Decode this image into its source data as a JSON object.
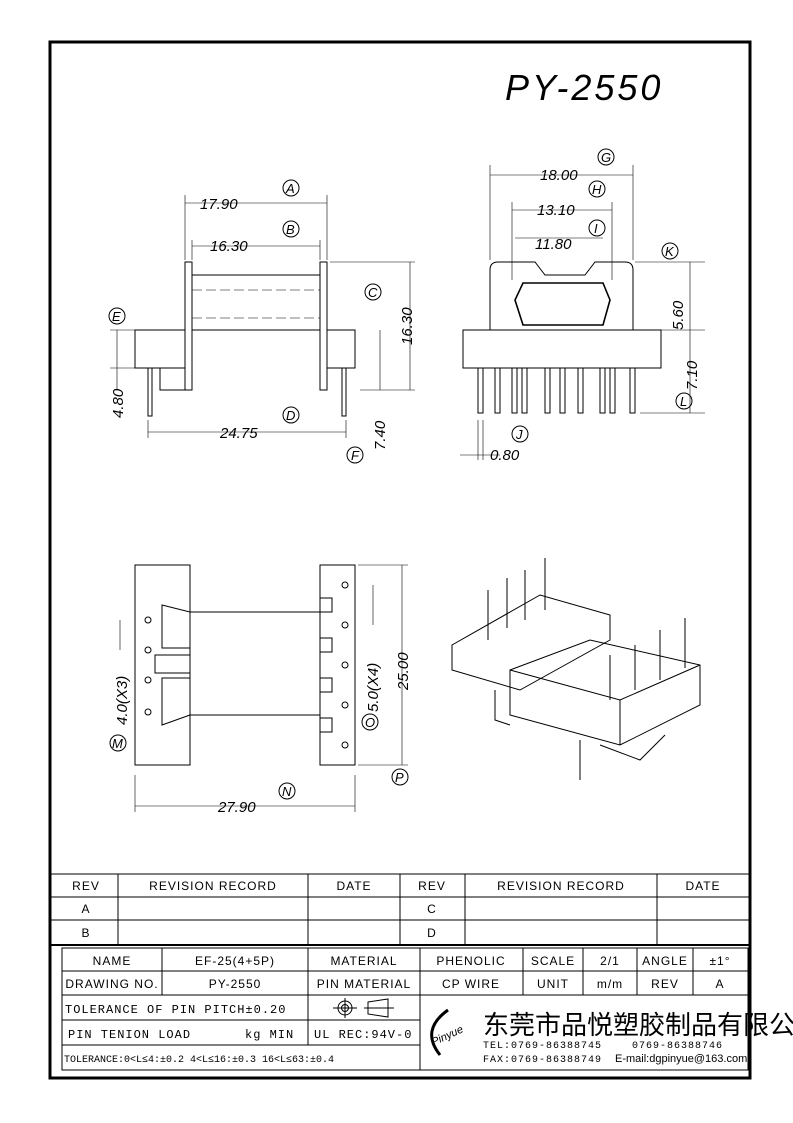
{
  "title": "PY-2550",
  "dimensions": {
    "a": "17.90",
    "b": "16.30",
    "c_h": "16.30",
    "d": "24.75",
    "e": "4.80",
    "f": "7.40",
    "g": "18.00",
    "h": "13.10",
    "i": "11.80",
    "j": "0.80",
    "k": "5.60",
    "l": "7.10",
    "m": "4.0(X3)",
    "n": "27.90",
    "o": "5.0(X4)",
    "p": "25.00"
  },
  "callouts": [
    "A",
    "B",
    "C",
    "D",
    "E",
    "F",
    "G",
    "H",
    "I",
    "J",
    "K",
    "L",
    "M",
    "N",
    "O",
    "P"
  ],
  "revision_table": {
    "headers": [
      "REV",
      "REVISION RECORD",
      "DATE",
      "REV",
      "REVISION RECORD",
      "DATE"
    ],
    "rows": [
      [
        "A",
        "",
        "",
        "C",
        "",
        ""
      ],
      [
        "B",
        "",
        "",
        "D",
        "",
        ""
      ]
    ]
  },
  "title_block": {
    "name_label": "NAME",
    "name": "EF-25(4+5P)",
    "material_label": "MATERIAL",
    "material": "PHENOLIC",
    "scale_label": "SCALE",
    "scale": "2/1",
    "angle_label": "ANGLE",
    "angle": "±1°",
    "drawing_no_label": "DRAWING NO.",
    "drawing_no": "PY-2550",
    "pin_material_label": "PIN MATERIAL",
    "pin_material": "CP WIRE",
    "unit_label": "UNIT",
    "unit": "m/m",
    "rev_label": "REV",
    "rev": "A",
    "pin_pitch_tolerance": "TOLERANCE OF PIN PITCH±0.20",
    "pin_load_label": "PIN TENION LOAD",
    "pin_load_unit": "kg MIN",
    "ul_rec": "UL REC:94V-0",
    "tolerance": "TOLERANCE:0<L≤4:±0.2  4<L≤16:±0.3  16<L≤63:±0.4"
  },
  "company": {
    "logo": "Pinyue",
    "name": "东莞市品悦塑胶制品有限公司",
    "tel1": "TEL:0769-86388745",
    "tel2": "0769-86388746",
    "fax": "FAX:0769-86388749",
    "email": "E-mail:dgpinyue@163.com"
  }
}
